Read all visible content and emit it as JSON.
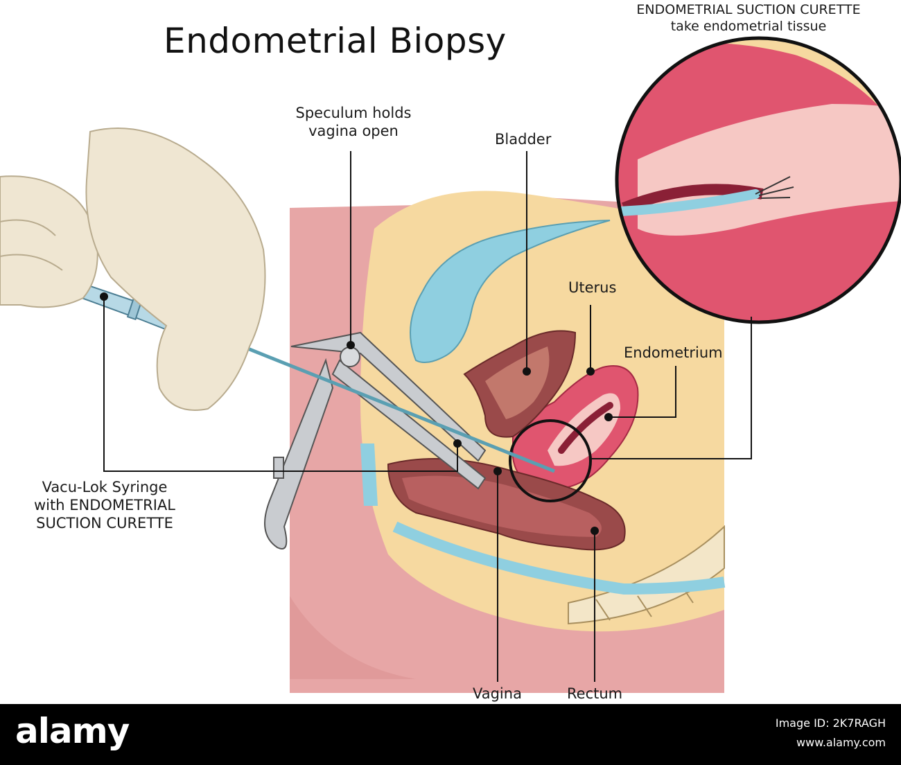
{
  "title": "Endometrial Biopsy",
  "labels": {
    "speculum_line1": "Speculum holds",
    "speculum_line2": "vagina open",
    "bladder": "Bladder",
    "uterus": "Uterus",
    "endometrium": "Endometrium",
    "syringe_line1": "Vacu-Lok Syringe",
    "syringe_line2": "with ENDOMETRIAL",
    "syringe_line3": "SUCTION CURETTE",
    "vagina": "Vagina",
    "rectum": "Rectum",
    "inset_line1": "ENDOMETRIAL SUCTION CURETTE",
    "inset_line2": "take endometrial tissue"
  },
  "footer": {
    "brand": "alamy",
    "image_id": "Image ID: 2K7RAGH",
    "site": "www.alamy.com"
  },
  "colors": {
    "skin_pink": "#e7a6a6",
    "tissue_tan": "#f6d9a0",
    "uterus_pink": "#e0556f",
    "bladder_blue": "#8fcfe0",
    "rectum_brown": "#9a4a4a",
    "metal_gray": "#c9ccd0",
    "glove": "#efe6d2"
  }
}
